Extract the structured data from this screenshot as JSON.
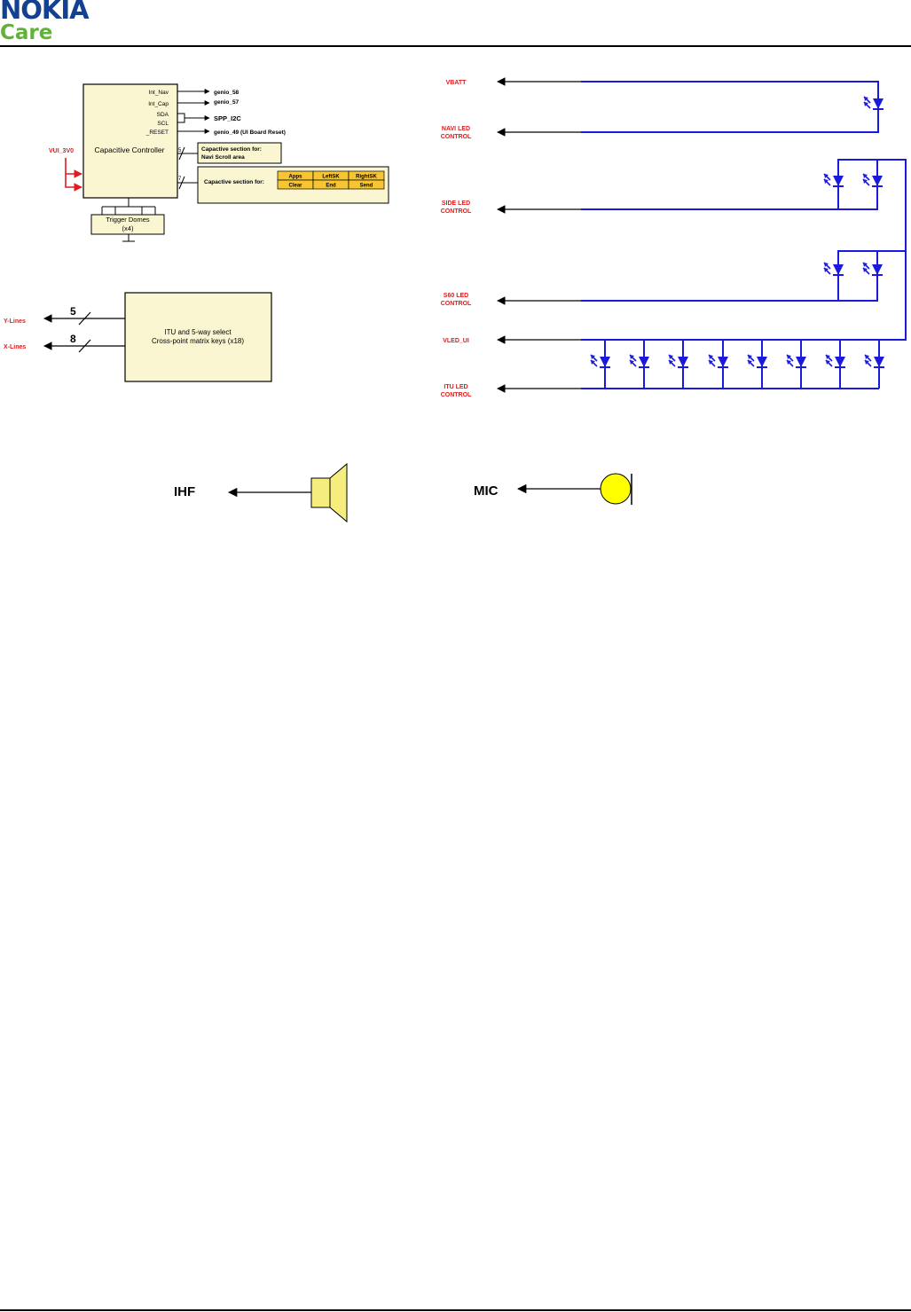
{
  "header": {
    "brand_name": "NOKIA",
    "brand_sub": "Care",
    "brand_color": "#124191",
    "sub_color": "#5fb336"
  },
  "controller": {
    "title": "Capacitive Controller",
    "pins": [
      "Int_Nav",
      "Int_Cap",
      "SDA",
      "SCL",
      "_RESET"
    ],
    "outputs": [
      "genio_58",
      "genio_57",
      "SPP_I2C",
      "genio_49 (UI Board Reset)"
    ],
    "power": "VUI_3V0",
    "bus_widths": [
      "5",
      "7"
    ],
    "navi_section_line1": "Capactive section for:",
    "navi_section_line2": "Navi Scroll area",
    "keys_section_label": "Capactive section for:",
    "keys": [
      "Apps",
      "LeftSK",
      "RightSK",
      "Clear",
      "End",
      "Send"
    ],
    "trigger_line1": "Trigger Domes",
    "trigger_line2": "(x4)"
  },
  "matrix": {
    "line1": "ITU and 5-way select",
    "line2": "Cross-point matrix keys (x18)",
    "y_label": "Y-Lines",
    "x_label": "X-Lines",
    "y_count": "5",
    "x_count": "8"
  },
  "led_signals": {
    "vbatt": "VBATT",
    "navi_1": "NAVI  LED",
    "navi_2": "CONTROL",
    "side_1": "SIDE  LED",
    "side_2": "CONTROL",
    "s60_1": "S60  LED",
    "s60_2": "CONTROL",
    "vled": "VLED_UI",
    "itu_1": "ITU LED",
    "itu_2": "CONTROL"
  },
  "audio": {
    "ihf": "IHF",
    "mic": "MIC"
  },
  "colors": {
    "signal_red": "#e21b1b",
    "wire_blue": "#1a1adc",
    "box_fill": "#faf6d2",
    "key_fill": "#f7c531",
    "mic_fill": "#ffff00",
    "speaker_fill": "#f5ee7e"
  }
}
